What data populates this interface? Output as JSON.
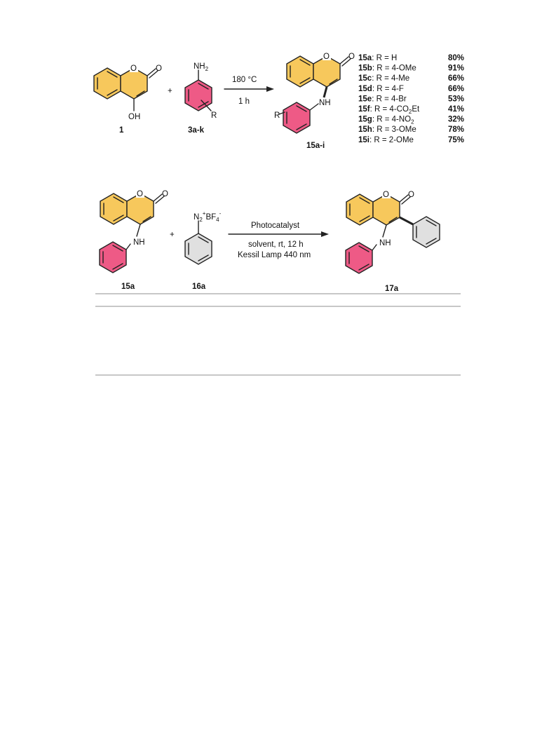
{
  "scheme1": {
    "cmpd1_label": "1",
    "cmpd1_oh": "OH",
    "cmpd1_o_ring": "O",
    "cmpd1_o_carbonyl": "O",
    "plus": "+",
    "amine_nh2": "NH",
    "amine_nh2_sub": "2",
    "amine_r": "R",
    "amine_label": "3a-k",
    "cond_top": "180 °C",
    "cond_bottom": "1 h",
    "prod_o_ring": "O",
    "prod_o_carbonyl": "O",
    "prod_nh": "NH",
    "prod_r": "R",
    "prod_label": "15a-i",
    "results": [
      {
        "id": "15a",
        "sub": "R = H",
        "yield": "80%"
      },
      {
        "id": "15b",
        "sub": "R = 4-OMe",
        "yield": "91%"
      },
      {
        "id": "15c",
        "sub": "R = 4-Me",
        "yield": "66%"
      },
      {
        "id": "15d",
        "sub": "R = 4-F",
        "yield": "66%"
      },
      {
        "id": "15e",
        "sub": "R = 4-Br",
        "yield": "53%"
      },
      {
        "id": "15f",
        "sub": "R = 4-CO",
        "sub_subscript": "2",
        "sub_tail": "Et",
        "yield": "41%"
      },
      {
        "id": "15g",
        "sub": "R = 4-NO",
        "sub_subscript": "2",
        "sub_tail": "",
        "yield": "32%"
      },
      {
        "id": "15h",
        "sub": "R = 3-OMe",
        "yield": "78%"
      },
      {
        "id": "15i",
        "sub": "R = 2-OMe",
        "yield": "75%"
      }
    ]
  },
  "scheme2": {
    "sm_label": "15a",
    "sm_nh": "NH",
    "sm_o_ring": "O",
    "sm_o_carbonyl": "O",
    "plus": "+",
    "diazo_n": "N",
    "diazo_n_sub": "2",
    "diazo_plus": "+",
    "diazo_bf": "BF",
    "diazo_bf_sub": "4",
    "diazo_minus": "-",
    "diazo_label": "16a",
    "cond_top": "Photocatalyst",
    "cond_line1": "solvent, rt, 12 h",
    "cond_line2": "Kessil Lamp 440 nm",
    "prod_label": "17a",
    "prod_nh": "NH",
    "prod_o_ring": "O",
    "prod_o_carbonyl": "O"
  },
  "colors": {
    "coumarin_fill": "#f7c85c",
    "aryl_fill": "#ee5a86",
    "phenyl_fill": "#e0e0e0"
  }
}
